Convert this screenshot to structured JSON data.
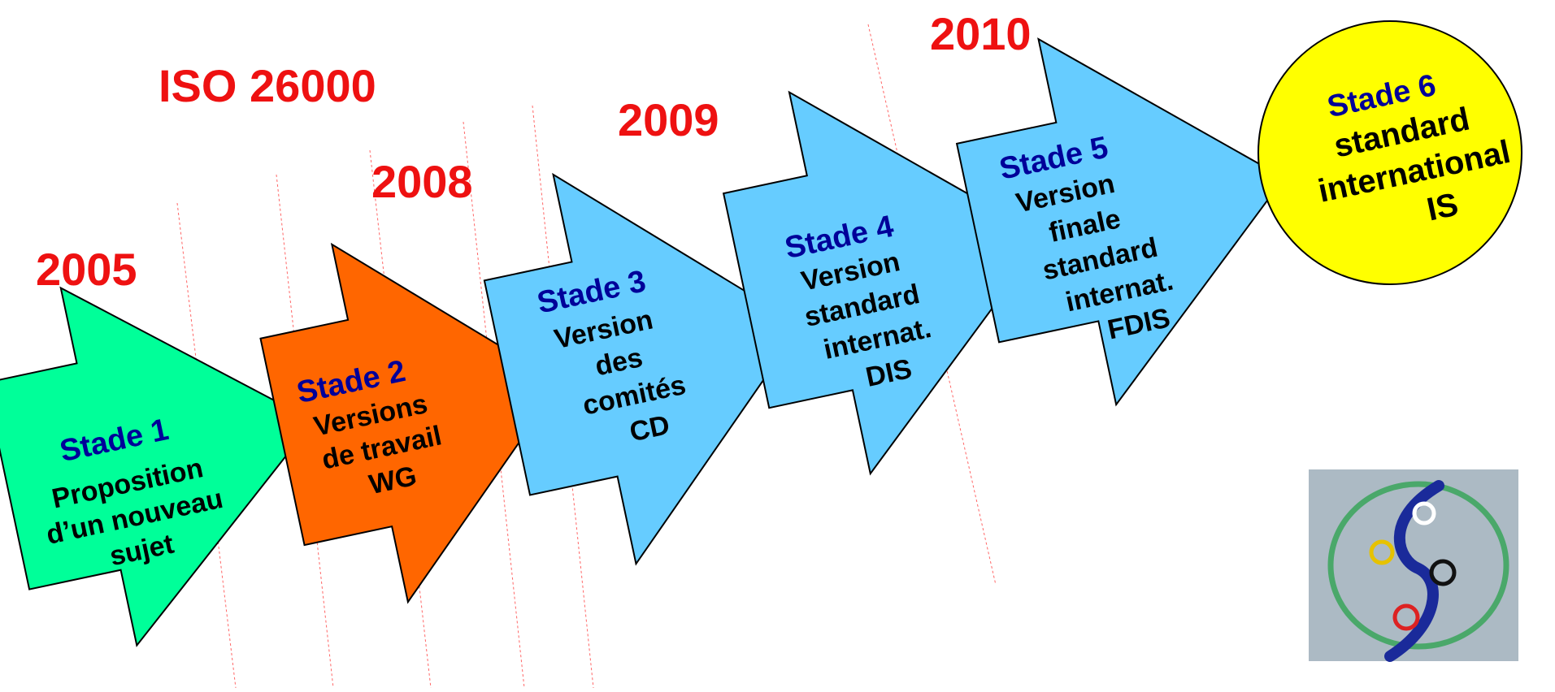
{
  "title": "ISO 26000",
  "years": {
    "y2005": "2005",
    "y2008": "2008",
    "y2009": "2009",
    "y2010": "2010"
  },
  "stages": [
    {
      "label": "Stade 1",
      "lines": [
        "Proposition",
        "d’un nouveau",
        "sujet"
      ],
      "color": "#00ff99"
    },
    {
      "label": "Stade 2",
      "lines": [
        "Versions",
        "de travail",
        "WG"
      ],
      "color": "#ff6600"
    },
    {
      "label": "Stade 3",
      "lines": [
        "Version",
        "des",
        "comités",
        "CD"
      ],
      "color": "#66ccff"
    },
    {
      "label": "Stade 4",
      "lines": [
        "Version",
        "standard",
        "internat.",
        "DIS"
      ],
      "color": "#66ccff"
    },
    {
      "label": "Stade 5",
      "lines": [
        "Version",
        "finale",
        "standard",
        "internat.",
        "FDIS"
      ],
      "color": "#66ccff"
    },
    {
      "label": "Stade 6",
      "lines": [
        "standard",
        "international",
        "IS"
      ],
      "color": "#ffff00"
    }
  ],
  "colors": {
    "year": "#ee1111",
    "stage_label": "#000099",
    "text": "#000000",
    "guide": "#ff6666"
  },
  "logo": {
    "icon": "iso-26000-logo-icon"
  }
}
